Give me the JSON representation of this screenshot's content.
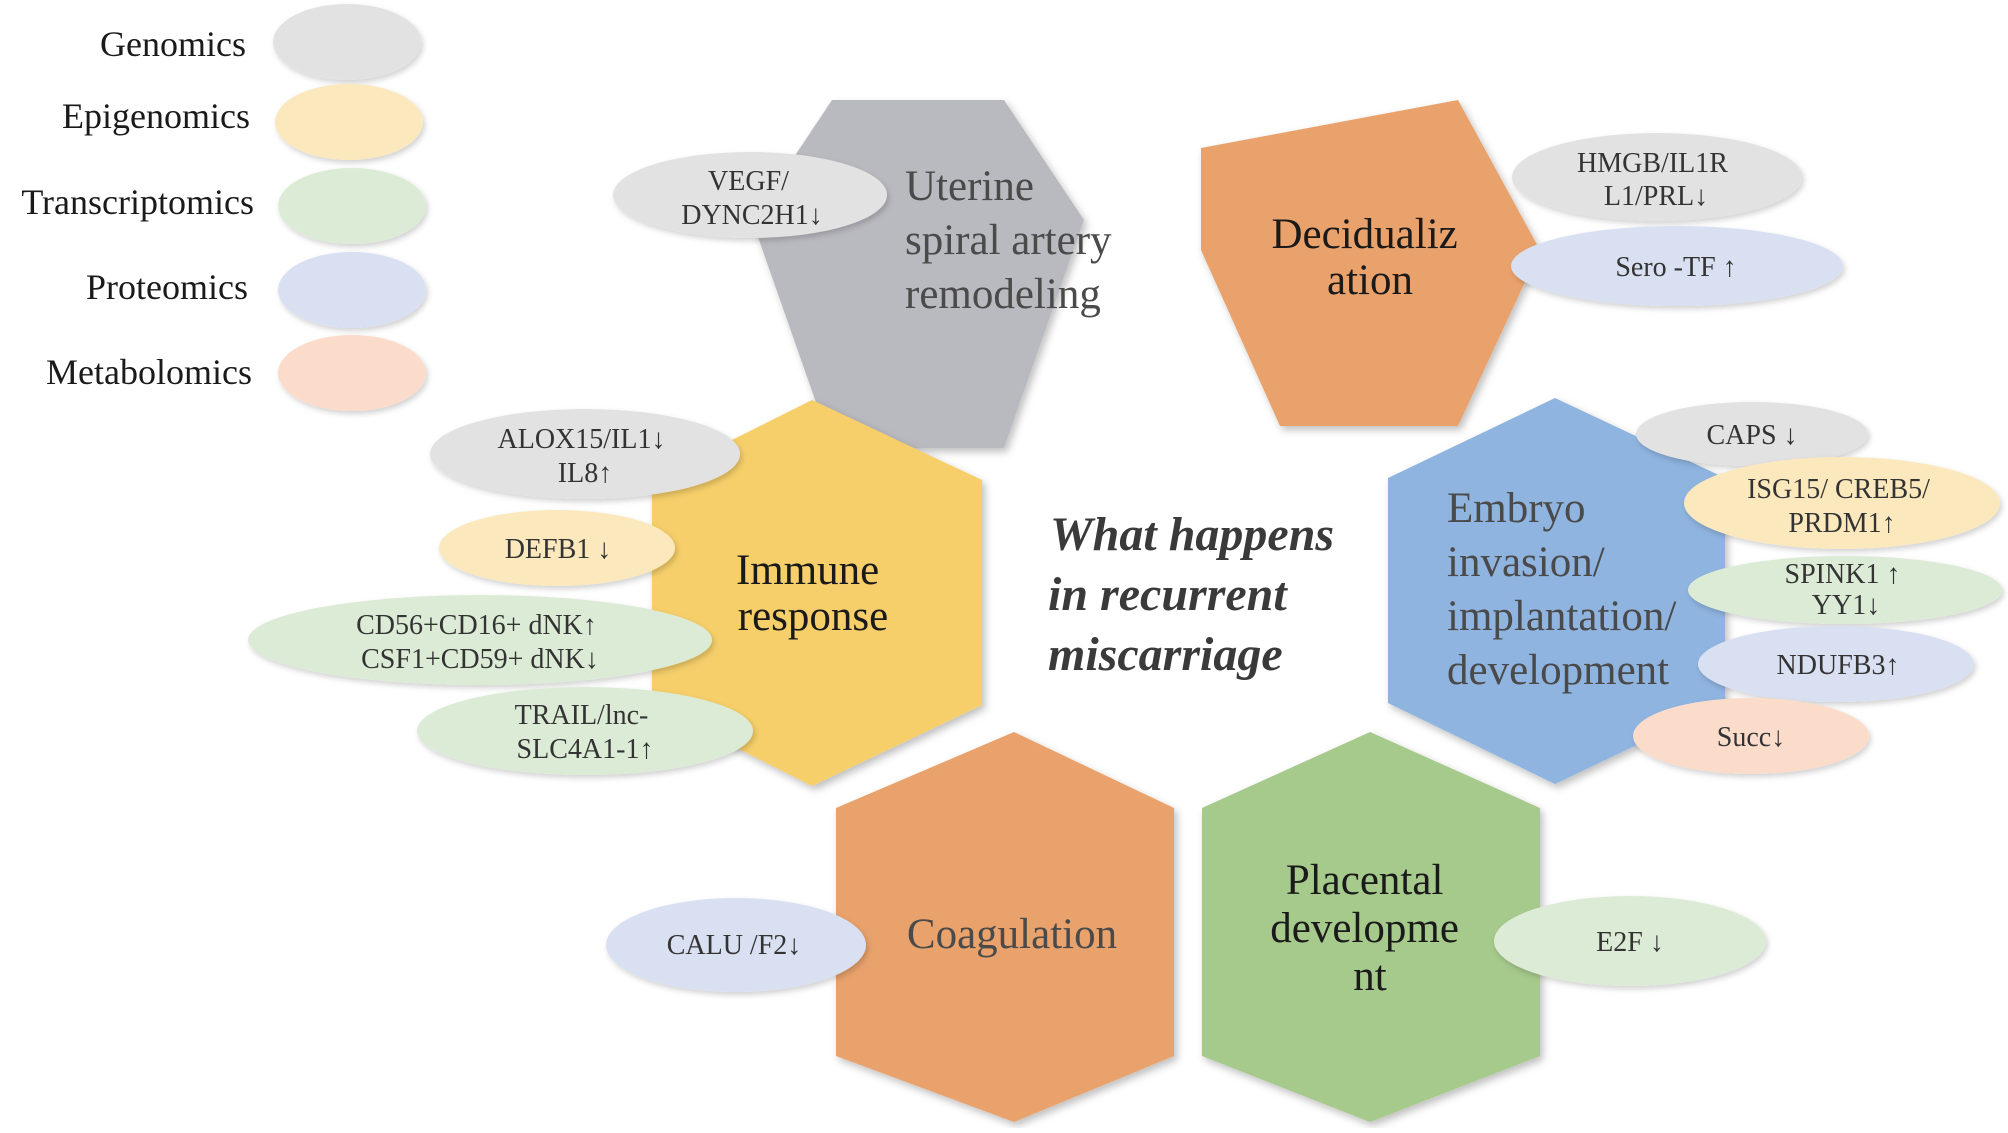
{
  "colors": {
    "genomics": "#e2e2e2",
    "epigenomics": "#fbe8bd",
    "transcriptomics": "#dcebd6",
    "proteomics": "#d8e0f1",
    "metabolomics": "#fbdccb",
    "hex_grey": "#b9b9c0",
    "hex_orange": "#e9a26c",
    "hex_yellow": "#f6cf6b",
    "hex_blue": "#8fb4e0",
    "hex_green": "#a6c98c"
  },
  "legend": [
    {
      "label": "Genomics",
      "color_key": "genomics"
    },
    {
      "label": "Epigenomics",
      "color_key": "epigenomics"
    },
    {
      "label": "Transcriptomics",
      "color_key": "transcriptomics"
    },
    {
      "label": "Proteomics",
      "color_key": "proteomics"
    },
    {
      "label": "Metabolomics",
      "color_key": "metabolomics"
    }
  ],
  "center_title": [
    "What happens",
    "in recurrent",
    "miscarriage"
  ],
  "hexagons": [
    {
      "id": "uterine",
      "lines": [
        "Uterine",
        "spiral artery",
        "remodeling"
      ],
      "color_key": "hex_grey"
    },
    {
      "id": "decidualization",
      "lines": [
        "Decidualiz",
        "ation"
      ],
      "color_key": "hex_orange"
    },
    {
      "id": "immune",
      "lines": [
        "Immune",
        "response"
      ],
      "color_key": "hex_yellow"
    },
    {
      "id": "embryo",
      "lines": [
        "Embryo",
        "invasion/",
        "implantation/",
        "development"
      ],
      "color_key": "hex_blue"
    },
    {
      "id": "coagulation",
      "lines": [
        "Coagulation"
      ],
      "color_key": "hex_orange"
    },
    {
      "id": "placental",
      "lines": [
        "Placental",
        "developme",
        "nt"
      ],
      "color_key": "hex_green"
    }
  ],
  "markers": [
    {
      "id": "vegf",
      "lines": [
        "VEGF/",
        "DYNC2H1↓"
      ],
      "category": "genomics"
    },
    {
      "id": "hmgb",
      "lines": [
        "HMGB/IL1R",
        "L1/PRL↓"
      ],
      "category": "genomics"
    },
    {
      "id": "serotf",
      "lines": [
        "Sero -TF ↑"
      ],
      "category": "proteomics"
    },
    {
      "id": "alox15",
      "lines": [
        "ALOX15/IL1↓",
        "IL8↑"
      ],
      "category": "genomics"
    },
    {
      "id": "defb1",
      "lines": [
        "DEFB1 ↓"
      ],
      "category": "epigenomics"
    },
    {
      "id": "cd56",
      "lines": [
        "CD56+CD16+ dNK↑",
        "CSF1+CD59+ dNK↓"
      ],
      "category": "transcriptomics"
    },
    {
      "id": "trail",
      "lines": [
        "TRAIL/lnc-",
        "SLC4A1-1↑"
      ],
      "category": "transcriptomics"
    },
    {
      "id": "caps",
      "lines": [
        "CAPS ↓"
      ],
      "category": "genomics"
    },
    {
      "id": "isg15",
      "lines": [
        "ISG15/ CREB5/",
        "PRDM1↑"
      ],
      "category": "epigenomics"
    },
    {
      "id": "spink1",
      "lines": [
        "SPINK1 ↑",
        "YY1↓"
      ],
      "category": "transcriptomics"
    },
    {
      "id": "ndufb3",
      "lines": [
        "NDUFB3↑"
      ],
      "category": "proteomics"
    },
    {
      "id": "succ",
      "lines": [
        "Succ↓"
      ],
      "category": "metabolomics"
    },
    {
      "id": "calu",
      "lines": [
        "CALU /F2↓"
      ],
      "category": "proteomics"
    },
    {
      "id": "e2f",
      "lines": [
        "E2F ↓"
      ],
      "category": "transcriptomics"
    }
  ]
}
